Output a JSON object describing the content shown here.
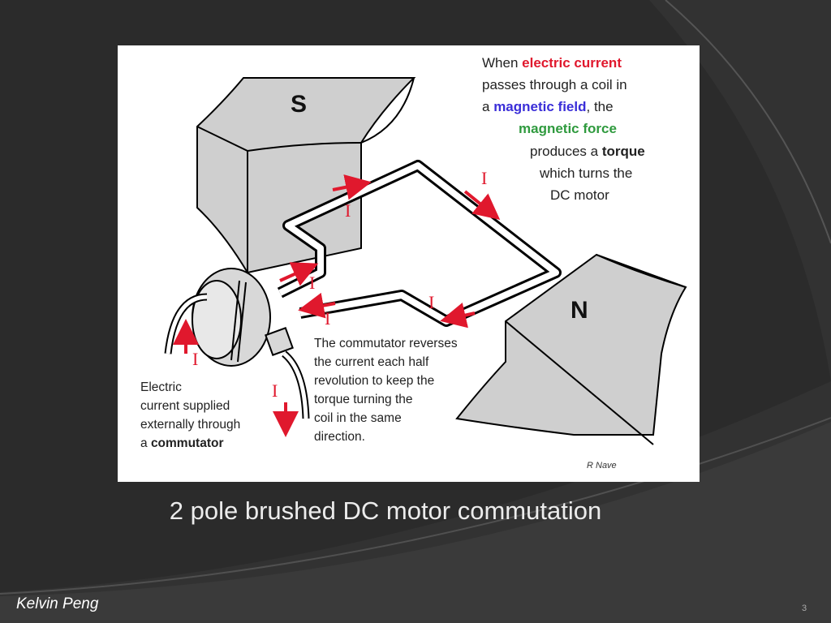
{
  "figure": {
    "pole_s": "S",
    "pole_n": "N",
    "current_symbol": "I",
    "top_note": {
      "line1_pre": "When ",
      "line1_red": "electric current",
      "line2": "passes through a  coil in",
      "line3_pre": "a ",
      "line3_blue": "magnetic field",
      "line3_post": ", the",
      "line4_green": "magnetic force",
      "line5_pre": "produces a ",
      "line5_bold": "torque",
      "line6": "which turns the",
      "line7": "DC motor"
    },
    "commutator_note": [
      "The commutator reverses",
      "the current each half",
      "revolution to keep the",
      "torque turning the",
      "coil in the same",
      "direction."
    ],
    "supply_note": {
      "line1": "Electric",
      "line2": "current supplied",
      "line3": "externally through",
      "line4_pre": "a ",
      "line4_bold": "commutator"
    },
    "credit": "R Nave",
    "colors": {
      "current_arrow": "#e0182d",
      "magnet_fill": "#cfcfcf",
      "electric_current_text": "#e0182d",
      "magnetic_field_text": "#3a2ed8",
      "magnetic_force_text": "#2f9a3e"
    }
  },
  "caption": "2 pole brushed DC motor commutation",
  "footer": {
    "author": "Kelvin Peng",
    "page_number": "3"
  }
}
